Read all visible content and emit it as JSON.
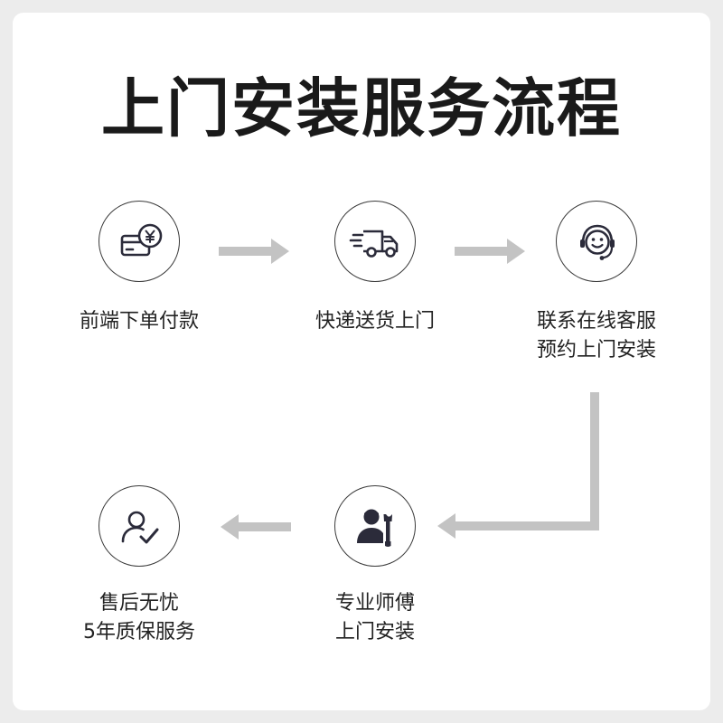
{
  "title": "上门安装服务流程",
  "steps": [
    {
      "icon": "payment-card-yen-icon",
      "lines": [
        "前端下单付款"
      ]
    },
    {
      "icon": "delivery-truck-icon",
      "lines": [
        "快递送货上门"
      ]
    },
    {
      "icon": "customer-service-headset-icon",
      "lines": [
        "联系在线客服",
        "预约上门安装"
      ]
    },
    {
      "icon": "technician-wrench-icon",
      "lines": [
        "专业师傅",
        "上门安装"
      ]
    },
    {
      "icon": "user-check-icon",
      "lines": [
        "售后无忧",
        "5年质保服务"
      ]
    }
  ],
  "colors": {
    "arrow": "#c3c3c3",
    "text": "#222222",
    "circle_border": "#3a3a3a",
    "icon": "#2b2b3a"
  }
}
